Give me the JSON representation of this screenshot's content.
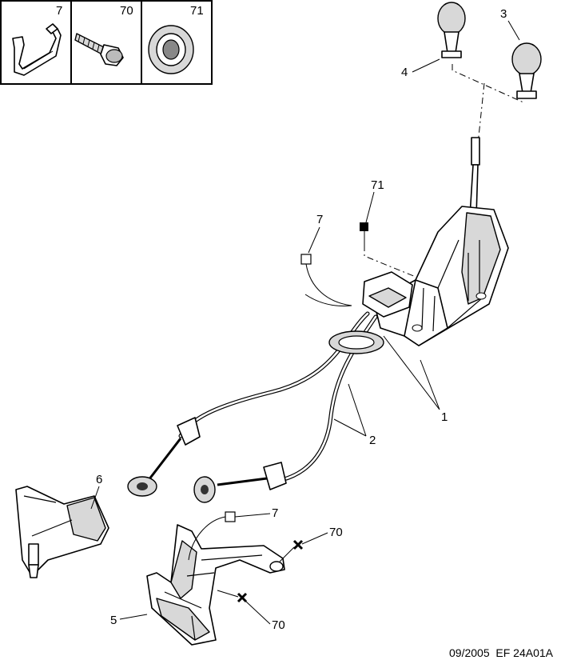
{
  "inset_labels": {
    "clip": "7",
    "screw": "70",
    "seal": "71"
  },
  "callouts": {
    "c1": "1",
    "c2": "2",
    "c3": "3",
    "c4": "4",
    "c5": "5",
    "c6": "6",
    "c7_top": "7",
    "c7_bottom": "7",
    "c70_top": "70",
    "c70_bottom": "70",
    "c71": "71"
  },
  "footer": {
    "date": "09/2005",
    "code": "EF 24A01A"
  }
}
